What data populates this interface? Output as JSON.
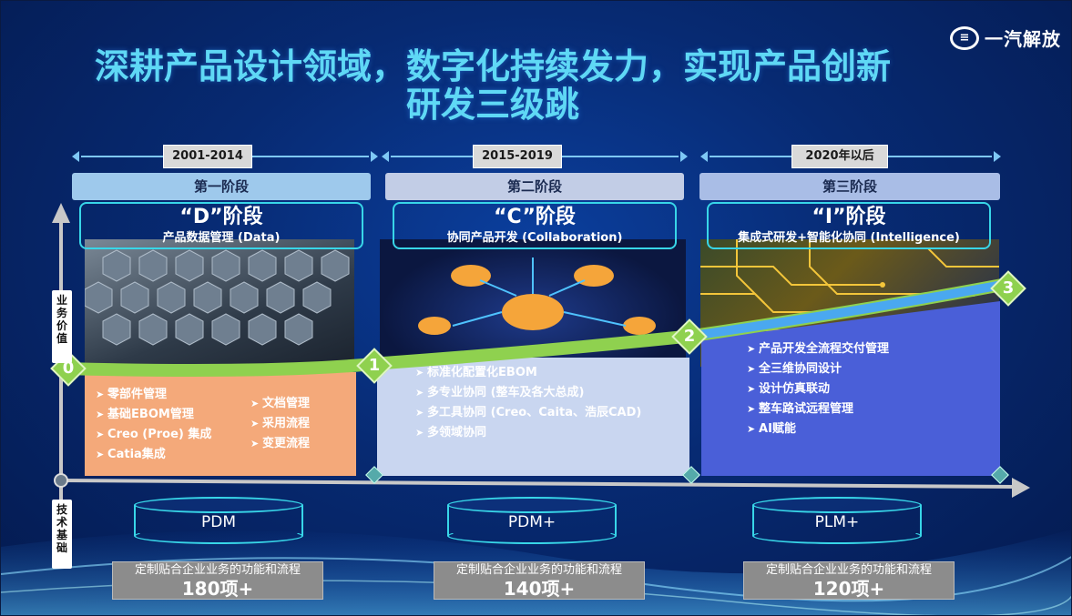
{
  "title": {
    "line1": "深耕产品设计领域，数字化持续发力，实现产品创新",
    "line2": "研发三级跳"
  },
  "logo": {
    "text": "一汽解放"
  },
  "axes": {
    "y_label": "业务价值",
    "y_label_bottom": "技术基础"
  },
  "colors": {
    "title": "#5fd8f5",
    "accent": "#38d6e8",
    "stage1": "#f4a97a",
    "stage2": "#c9d6f0",
    "stage3": "#4a5fd8",
    "curve": "#8fd14f"
  },
  "stages": [
    {
      "period": "2001-2014",
      "stage_label": "第一阶段",
      "name": "“D”阶段",
      "subtitle": "产品数据管理 (Data)",
      "milestone": "0",
      "items_left": [
        "零部件管理",
        "基础EBOM管理",
        "Creo (Proe) 集成",
        "Catia集成"
      ],
      "items_right": [
        "文档管理",
        "采用流程",
        "变更流程"
      ],
      "system": "PDM",
      "function_caption": "定制贴合企业业务的功能和流程",
      "function_count": "180项+"
    },
    {
      "period": "2015-2019",
      "stage_label": "第二阶段",
      "name": "“C”阶段",
      "subtitle": "协同产品开发 (Collaboration)",
      "milestone": "1",
      "items": [
        "标准化配置化EBOM",
        "多专业协同 (整车及各大总成)",
        "多工具协同 (Creo、Caita、浩辰CAD)",
        "多领域协同"
      ],
      "system": "PDM+",
      "function_caption": "定制贴合企业业务的功能和流程",
      "function_count": "140项+"
    },
    {
      "period": "2020年以后",
      "stage_label": "第三阶段",
      "name": "“I”阶段",
      "subtitle": "集成式研发+智能化协同 (Intelligence)",
      "milestone": "2",
      "items": [
        "产品开发全流程交付管理",
        "全三维协同设计",
        "设计仿真联动",
        "整车路试远程管理",
        "AI赋能"
      ],
      "system": "PLM+",
      "function_caption": "定制贴合企业业务的功能和流程",
      "function_count": "120项+"
    }
  ],
  "final_milestone": "3"
}
